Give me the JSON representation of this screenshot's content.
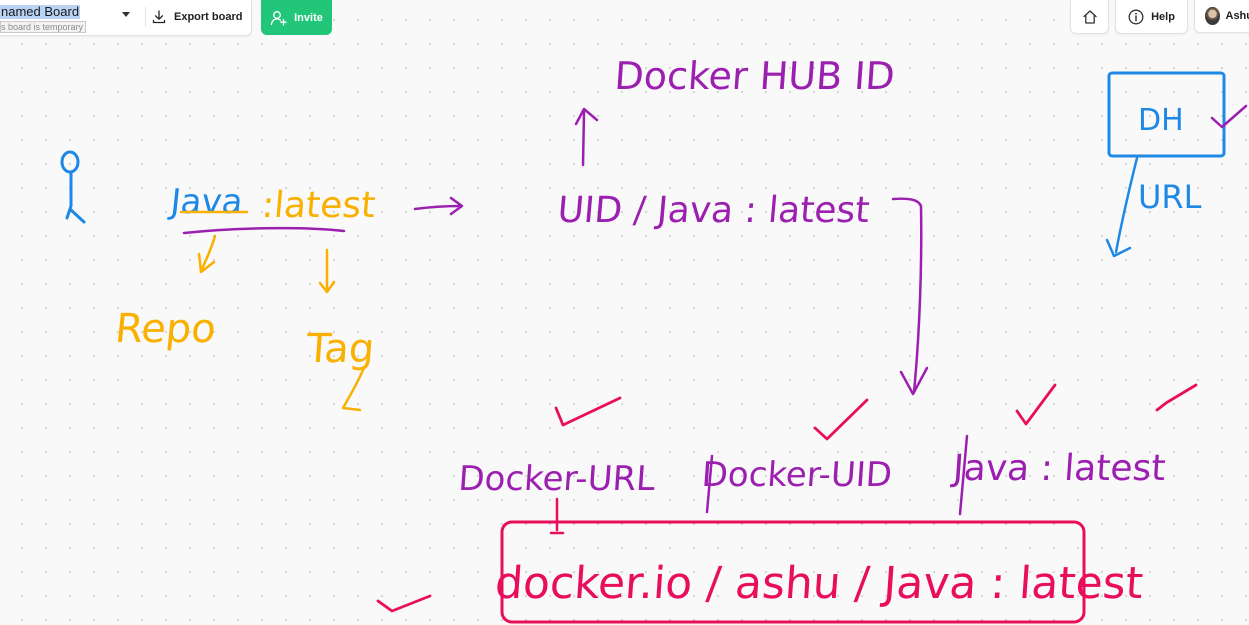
{
  "toolbar": {
    "board_name": "named Board",
    "board_note": "s board is temporary",
    "export_label": "Export board",
    "invite_label": "Invite",
    "help_label": "Help",
    "user_name": "Ashu"
  },
  "canvas": {
    "blue": {
      "java": "Java",
      "dh": "DH",
      "url": "URL"
    },
    "orange": {
      "colon_latest": ":latest",
      "repo": "Repo",
      "tag": "Tag"
    },
    "purple": {
      "dockerhub_id": "Docker HUB ID",
      "uid_java": "UID / Java : latest",
      "docker_url": "Docker-URL",
      "docker_uid": "Docker-UID",
      "java_latest": "Java : latest"
    },
    "pink": {
      "full_ref": "docker.io / ashu / Java : latest"
    }
  },
  "colors": {
    "blue": "#1e88e5",
    "orange": "#f9b000",
    "purple": "#9c20b0",
    "pink": "#e80e5c",
    "invite_green": "#21c679"
  },
  "icons": [
    "download-icon",
    "add-user-icon",
    "home-icon",
    "info-icon",
    "chevron-down-icon"
  ]
}
